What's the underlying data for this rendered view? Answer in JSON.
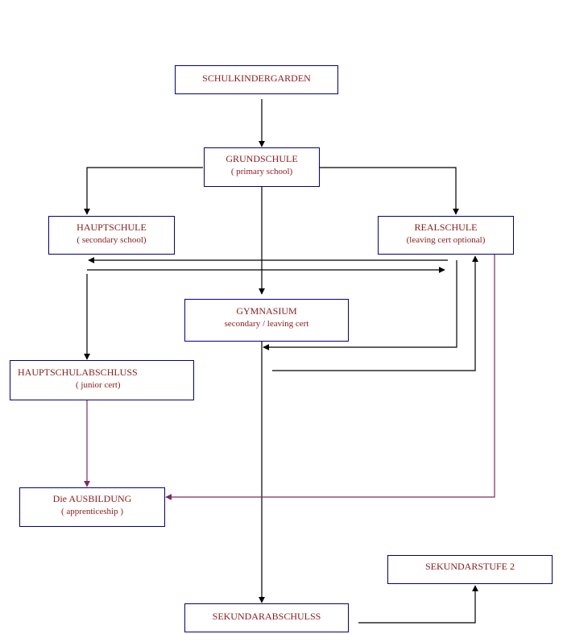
{
  "colors": {
    "box_border": "#00008b",
    "text": "#8b1a1a",
    "arrow_black": "#000000",
    "arrow_purple": "#7b2d5b"
  },
  "nodes": {
    "schulkindergarden": {
      "title": "SCHULKINDERGARDEN"
    },
    "grundschule": {
      "title": "GRUNDSCHULE",
      "subtitle": "( primary school)"
    },
    "hauptschule": {
      "title": "HAUPTSCHULE",
      "subtitle": "( secondary school)"
    },
    "realschule": {
      "title": "REALSCHULE",
      "subtitle": "(leaving cert optional)"
    },
    "gymnasium": {
      "title": "GYMNASIUM",
      "subtitle": "secondary / leaving cert"
    },
    "hauptschulabschluss": {
      "title": "HAUPTSCHULABSCHLUSS",
      "subtitle": "( junior cert)"
    },
    "ausbildung": {
      "title": "Die AUSBILDUNG",
      "subtitle": "( apprenticeship )"
    },
    "sekundarstufe2": {
      "title": "SEKUNDARSTUFE 2"
    },
    "sekundarabschuls": {
      "title": "SEKUNDARABSCHULSS"
    }
  }
}
